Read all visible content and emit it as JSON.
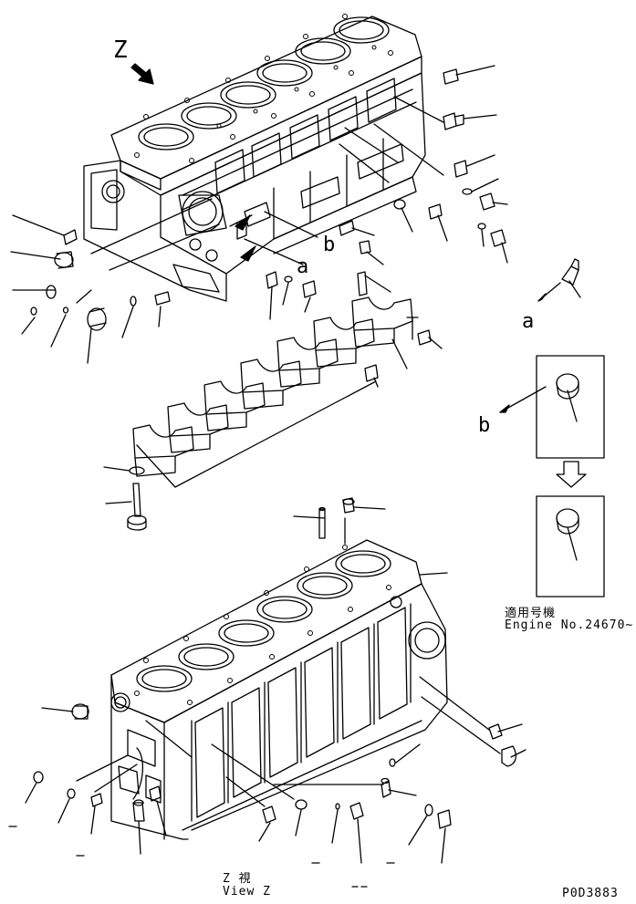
{
  "view_marker": "Z",
  "callout_a": "a",
  "callout_b": "b",
  "applicability": {
    "jp": "適用号機",
    "en": "Engine No.24670~"
  },
  "view_caption": {
    "jp": "Z 視",
    "en": "View Z"
  },
  "drawing_code": "P0D3883"
}
